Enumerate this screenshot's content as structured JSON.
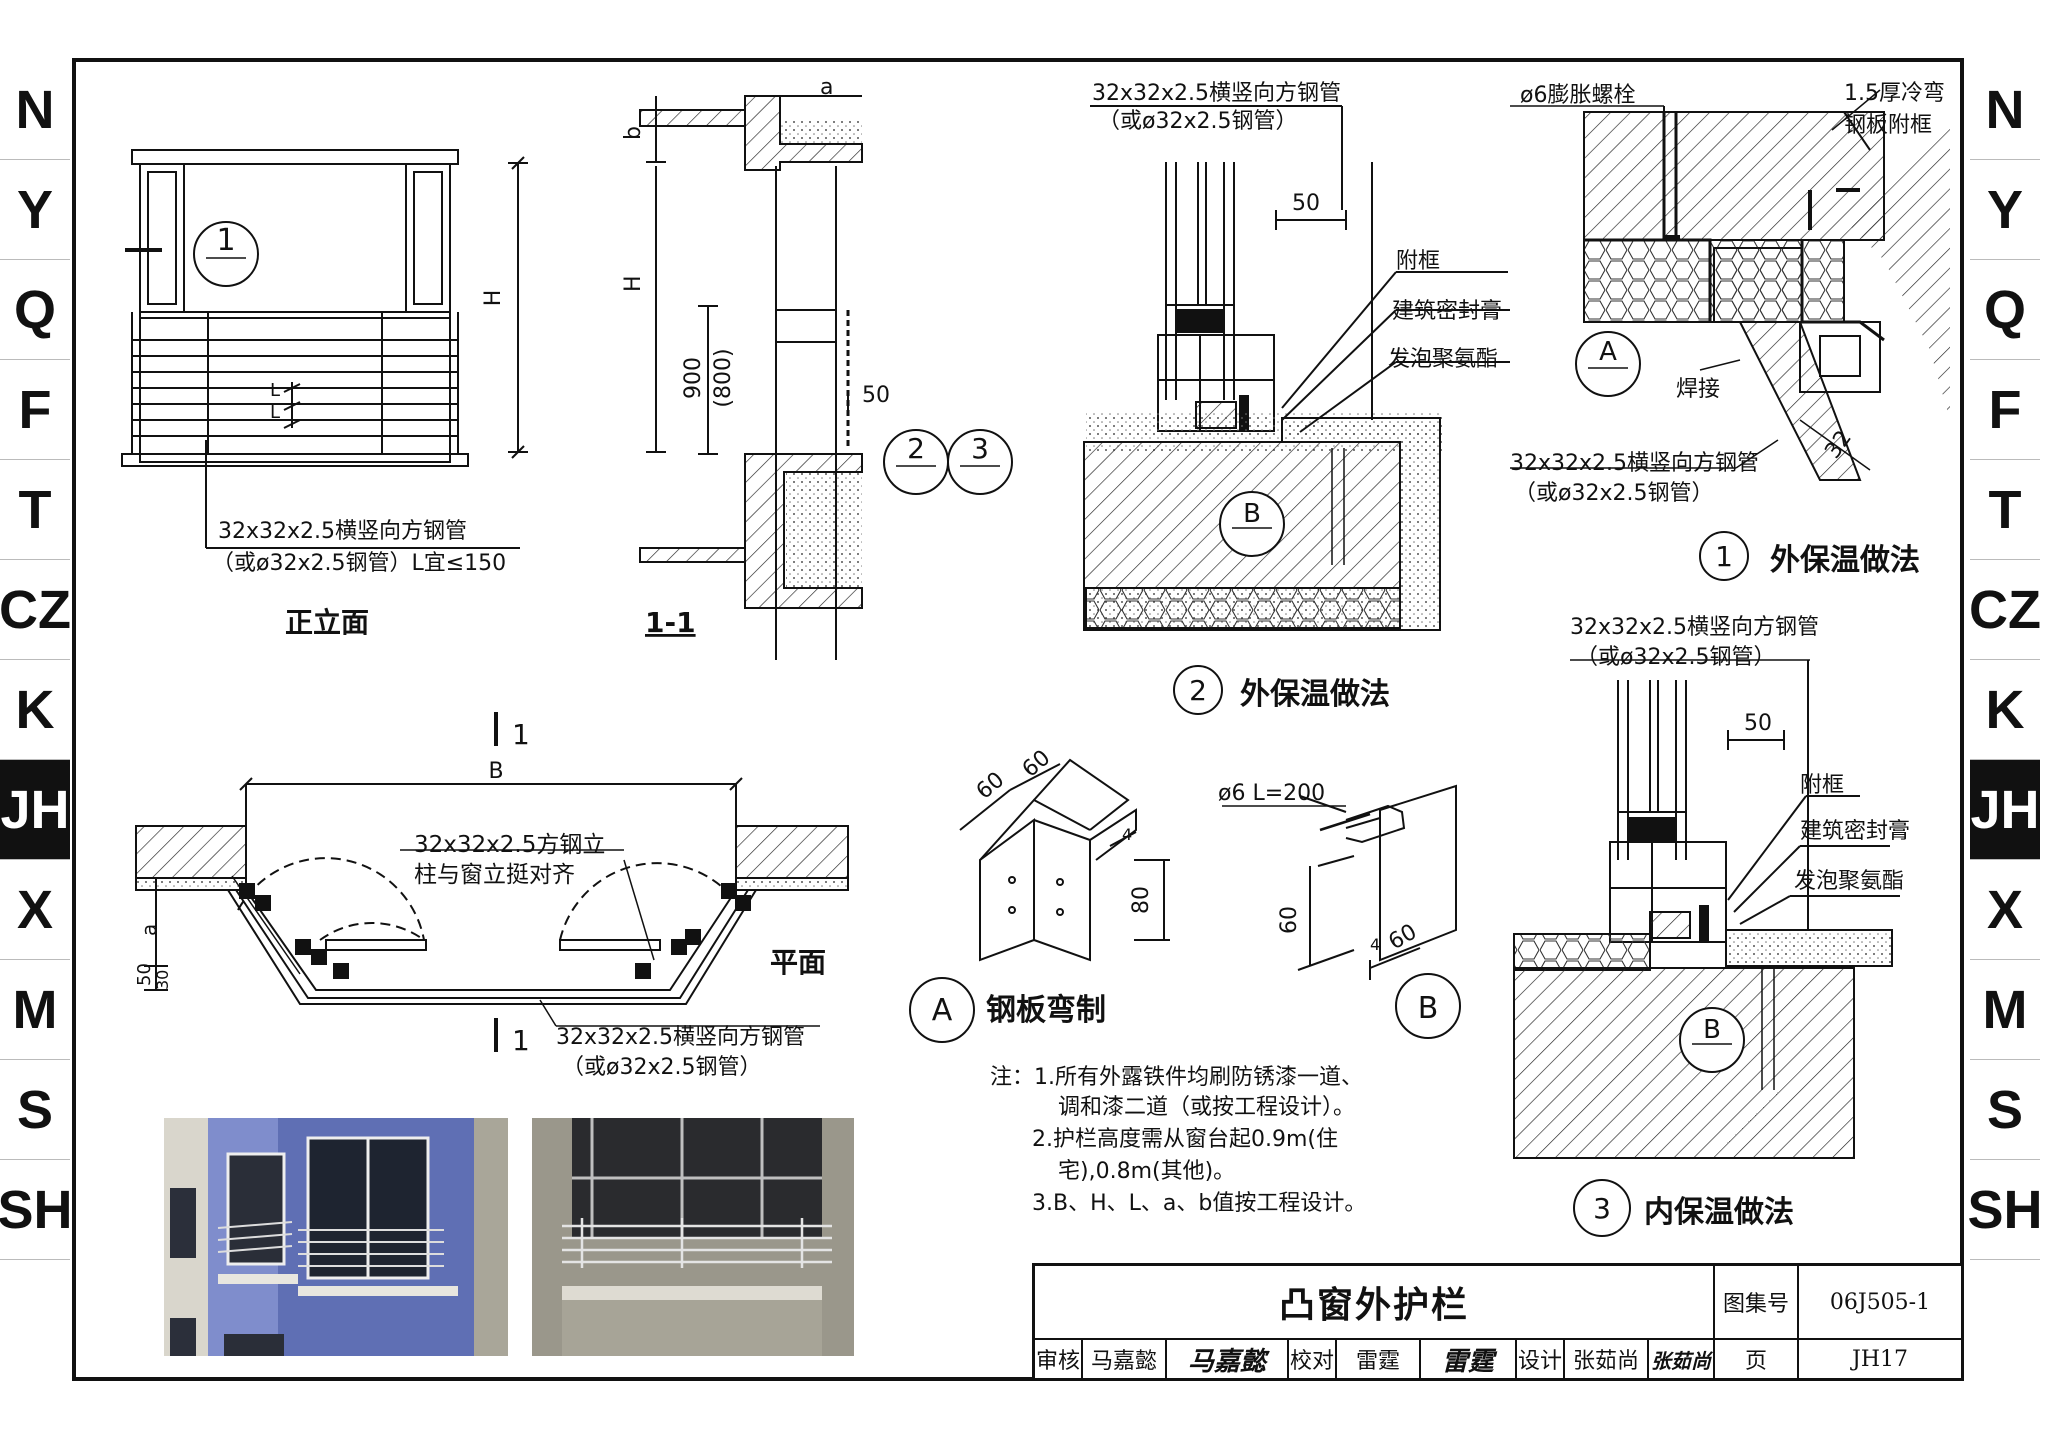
{
  "side_tabs": {
    "items": [
      "N",
      "Y",
      "Q",
      "F",
      "T",
      "CZ",
      "K",
      "JH",
      "X",
      "M",
      "S",
      "SH"
    ],
    "active": "JH"
  },
  "front_elevation": {
    "marker": "1",
    "H": "H",
    "L1": "L",
    "L2": "L",
    "pipe_label_1": "32x32x2.5横竖向方钢管",
    "pipe_label_2": "（或ø32x2.5钢管）L宜≤150",
    "caption": "正立面"
  },
  "section_11": {
    "a": "a",
    "b": "b",
    "H": "H",
    "dim_900": "900",
    "dim_800": "(800)",
    "dim_50": "50",
    "marker_2": "2",
    "marker_3": "3",
    "caption": "1-1"
  },
  "detail_2": {
    "pipe_label_1": "32x32x2.5横竖向方钢管",
    "pipe_label_2": "（或ø32x2.5钢管）",
    "dim_50": "50",
    "subframe": "附框",
    "sealant": "建筑密封膏",
    "foam": "发泡聚氨酯",
    "ref": "B",
    "number": "2",
    "caption": "外保温做法"
  },
  "detail_1": {
    "bolt": "ø6膨胀螺栓",
    "bracket_1": "1.5厚冷弯",
    "bracket_2": "钢板附框",
    "weld": "焊接",
    "ref": "A",
    "pipe_label_1": "32x32x2.5横竖向方钢管",
    "pipe_label_2": "（或ø32x2.5钢管）",
    "dim_32": "32",
    "number": "1",
    "caption": "外保温做法"
  },
  "plan": {
    "section_mark": "1",
    "B": "B",
    "column_1": "32x32x2.5方钢立",
    "column_2": "柱与窗立挺对齐",
    "a": "a",
    "dim_50": "50",
    "dim_30": "30",
    "caption": "平面",
    "pipe_label_1": "32x32x2.5横竖向方钢管",
    "pipe_label_2": "（或ø32x2.5钢管）"
  },
  "detail_A": {
    "d1": "60",
    "d2": "60",
    "d3": "4",
    "d4": "80",
    "letter": "A",
    "caption": "钢板弯制"
  },
  "detail_B": {
    "rod": "ø6 L=200",
    "d1": "60",
    "d2": "4",
    "d3": "60",
    "letter": "B"
  },
  "notes": {
    "lines": [
      "注：1.所有外露铁件均刷防锈漆一道、",
      "调和漆二道（或按工程设计）。",
      "2.护栏高度需从窗台起0.9m(住",
      "宅),0.8m(其他)。",
      "3.B、H、L、a、b值按工程设计。"
    ]
  },
  "detail_3": {
    "pipe_label_1": "32x32x2.5横竖向方钢管",
    "pipe_label_2": "（或ø32x2.5钢管）",
    "dim_50": "50",
    "subframe": "附框",
    "sealant": "建筑密封膏",
    "foam": "发泡聚氨酯",
    "ref": "B",
    "number": "3",
    "caption": "内保温做法"
  },
  "title_block": {
    "title": "凸窗外护栏",
    "atlas_label": "图集号",
    "atlas_no": "06J505-1",
    "review_label": "审核",
    "reviewer": "马嘉懿",
    "reviewer_sig": "马嘉懿",
    "check_label": "校对",
    "checker": "雷霆",
    "checker_sig": "雷霆",
    "design_label": "设计",
    "designer": "张茹尚",
    "designer_sig": "张茹尚",
    "page_label": "页",
    "page_no": "JH17"
  },
  "colors": {
    "line": "#111111",
    "active_tab": "#111111",
    "wall_blue": "#6f7fbf",
    "photo_grey": "#8c8a80"
  }
}
